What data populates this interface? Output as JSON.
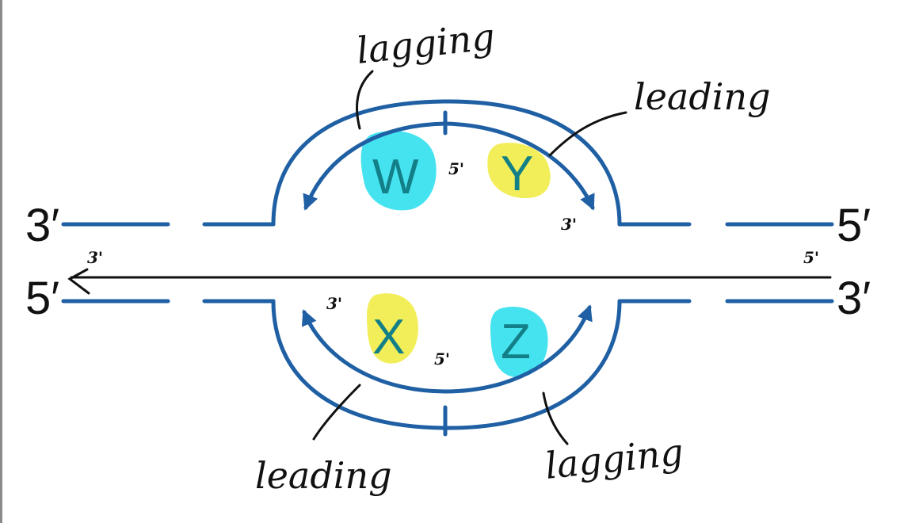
{
  "strand_ends": {
    "top_left": "3′",
    "top_right": "5′",
    "bottom_left": "5′",
    "bottom_right": "3′"
  },
  "fragments": {
    "w": {
      "label": "W",
      "highlight": "#45e3f0"
    },
    "y": {
      "label": "Y",
      "highlight": "#f2ee5a"
    },
    "x": {
      "label": "X",
      "highlight": "#f2ee5a"
    },
    "z": {
      "label": "Z",
      "highlight": "#45e3f0"
    }
  },
  "annotations": {
    "top_lagging": "lagging",
    "top_leading": "leading",
    "bottom_leading": "leading",
    "bottom_lagging": "lagging",
    "prime_5_top": "5'",
    "prime_3_top_right": "3'",
    "prime_3_bottom_left": "3'",
    "prime_5_bottom": "5'",
    "prime_3_far_left": "3'",
    "prime_5_far_right": "5'"
  },
  "colors": {
    "strand": "#1f5fa3",
    "primer_line": "#111111"
  }
}
